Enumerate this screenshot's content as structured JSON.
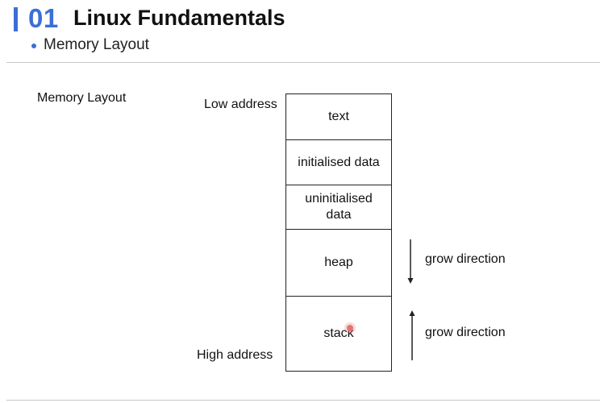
{
  "header": {
    "section_number": "01",
    "title": "Linux Fundamentals",
    "bullet": "Memory Layout"
  },
  "diagram": {
    "label": "Memory Layout",
    "low_address": "Low address",
    "high_address": "High address",
    "segments": [
      {
        "label": "text"
      },
      {
        "label": "initialised data"
      },
      {
        "label": "uninitialised data"
      },
      {
        "label": "heap"
      },
      {
        "label": "stack"
      }
    ],
    "heap_direction": {
      "label": "grow direction",
      "arrow": "arrow-down-icon"
    },
    "stack_direction": {
      "label": "grow direction",
      "arrow": "arrow-up-icon"
    }
  },
  "colors": {
    "accent": "#3b6fd6",
    "cursor": "#e57373"
  }
}
